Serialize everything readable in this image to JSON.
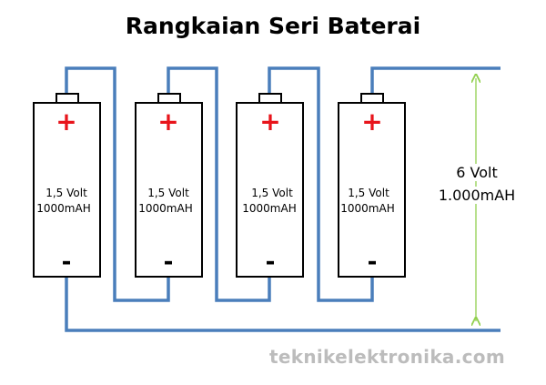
{
  "title": "Rangkaian Seri Baterai",
  "batteries": [
    {
      "voltage": "1,5 Volt",
      "capacity": "1000mAH",
      "plus": "+",
      "minus": "-"
    },
    {
      "voltage": "1,5 Volt",
      "capacity": "1000mAH",
      "plus": "+",
      "minus": "-"
    },
    {
      "voltage": "1,5 Volt",
      "capacity": "1000mAH",
      "plus": "+",
      "minus": "-"
    },
    {
      "voltage": "1,5 Volt",
      "capacity": "1000mAH",
      "plus": "+",
      "minus": "-"
    }
  ],
  "total": {
    "voltage": "6 Volt",
    "capacity": "1.000mAH"
  },
  "watermark": "teknikelektronika.com",
  "colors": {
    "wire": "#4a7ebb",
    "plus": "#e8141b",
    "arrow": "#92d050",
    "battery_outline": "#000000"
  }
}
